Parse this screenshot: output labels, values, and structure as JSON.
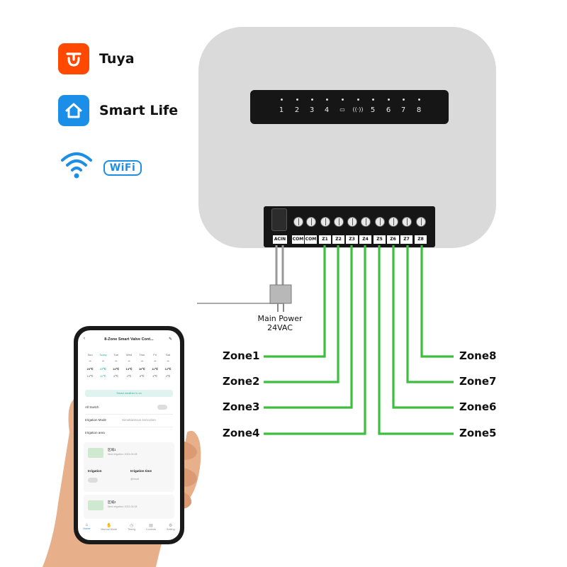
{
  "brands": {
    "tuya": {
      "label": "Tuya",
      "icon": "tuya-logo-icon",
      "color": "#ff4800"
    },
    "smart_life": {
      "label": "Smart Life",
      "icon": "smart-life-home-icon",
      "color": "#1b8fe8"
    },
    "wifi": {
      "label": "WiFi",
      "icon": "wifi-icon",
      "color": "#1b8fe8"
    }
  },
  "device": {
    "leds": [
      "1",
      "2",
      "3",
      "4",
      "",
      "",
      "5",
      "6",
      "7",
      "8"
    ],
    "led_icons": [
      "battery-icon",
      "signal-icon"
    ],
    "terminals": [
      "ACIN",
      "COM",
      "COM",
      "Z1",
      "Z2",
      "Z3",
      "Z4",
      "Z5",
      "Z6",
      "Z7",
      "Z8"
    ]
  },
  "power": {
    "line1": "Main Power",
    "line2": "24VAC"
  },
  "zones": {
    "left": [
      "Zone1",
      "Zone2",
      "Zone3",
      "Zone4"
    ],
    "right": [
      "Zone8",
      "Zone7",
      "Zone6",
      "Zone5"
    ],
    "wire_color": "#3cbf3c"
  },
  "phone": {
    "title": "8-Zone Smart Valve Cont...",
    "days": [
      "Sun",
      "Today",
      "Tue",
      "Wed",
      "Thur",
      "Fri",
      "Sat"
    ],
    "highs": [
      "23℃",
      "17℃",
      "14℃",
      "14℃",
      "10℃",
      "11℃",
      "12℃"
    ],
    "lows": [
      "14℃",
      "11℃",
      "8℃",
      "4℃",
      "6℃",
      "4℃",
      "4℃"
    ],
    "banner": "Smart weather is on",
    "all_switch": "All Switch",
    "irrigation_mode_label": "Irrigation Mode",
    "irrigation_mode_value": "Simultaneous execution",
    "irrigation_area_label": "Irrigation area",
    "card1_name": "区域1",
    "card1_sub": "Next irrigation: 2023-03-08",
    "irrigation": "Irrigation",
    "irrigation_time": "Irrigation time",
    "irrigation_time_value": "@Inset",
    "card2_name": "区域2",
    "card2_sub": "Next irrigation: 2023-03-08",
    "nav": [
      "Home",
      "Manual Mode",
      "Timing",
      "Controls",
      "Setting"
    ]
  }
}
